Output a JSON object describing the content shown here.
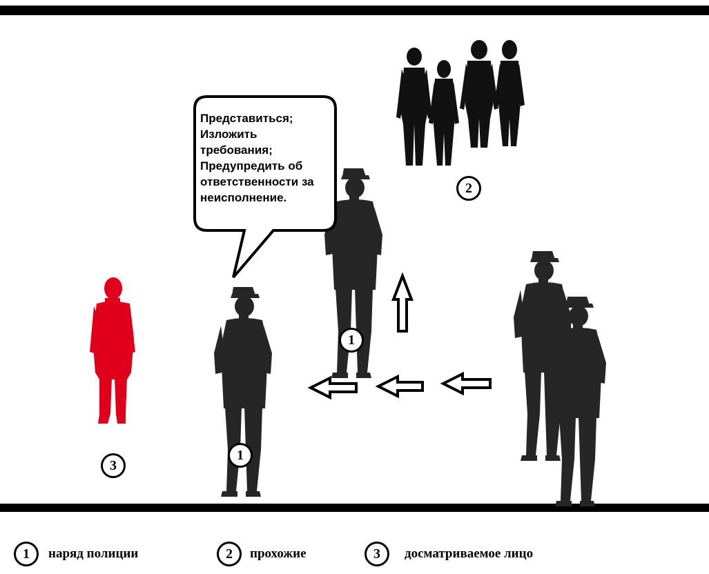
{
  "speech_bubble": {
    "lines": [
      "Представиться;",
      "Изложить",
      "требования;",
      "Предупредить об",
      "ответственности за",
      "неисполнение."
    ]
  },
  "markers": {
    "police": "1",
    "passersby": "2",
    "inspected": "3"
  },
  "legend": {
    "items": [
      {
        "number": "1",
        "label": "наряд полиции"
      },
      {
        "number": "2",
        "label": "прохожие"
      },
      {
        "number": "3",
        "label": "досматриваемое лицо"
      }
    ]
  },
  "colors": {
    "police": "#262626",
    "passersby": "#111111",
    "inspected": "#e0001b",
    "rule": "#000000"
  }
}
